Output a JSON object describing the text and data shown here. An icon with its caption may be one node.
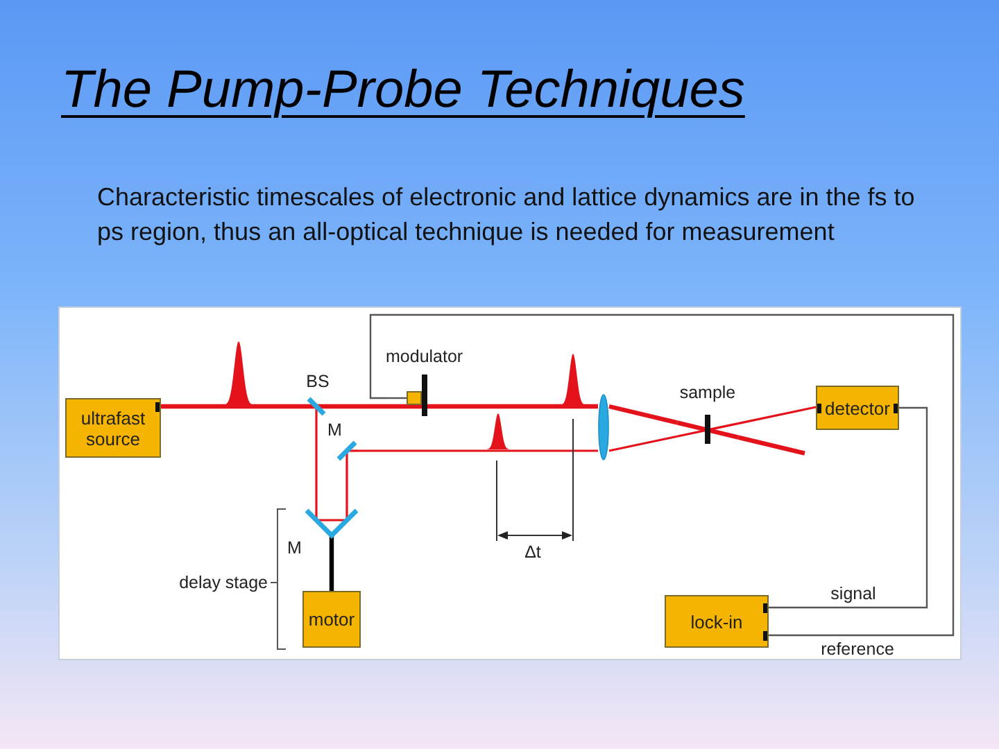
{
  "diagram": {
    "title": "The Pump-Probe Techniques",
    "nodes": [
      {
        "text": [
          "ultrafast source"
        ]
      },
      {
        "text": [
          "BS"
        ]
      },
      {
        "text": [
          "modulator"
        ]
      },
      {
        "text": [],
        "shape": "ellipse"
      },
      {
        "text": [
          "sample"
        ]
      },
      {
        "text": [
          "detector"
        ]
      },
      {
        "text": [
          "M"
        ]
      },
      {
        "text": [
          "M"
        ]
      },
      {
        "text": [
          "motor"
        ]
      },
      {
        "text": [
          "lock-in"
        ]
      }
    ],
    "edges": [
      {
        "from": 0,
        "to": 1,
        "arrow": "none",
        "style": "thick"
      },
      {
        "from": 1,
        "to": 2,
        "arrow": "none",
        "style": "thick"
      },
      {
        "from": 2,
        "to": 3,
        "arrow": "none",
        "style": "thick"
      },
      {
        "from": 3,
        "to": 4,
        "arrow": "none",
        "style": "thick"
      },
      {
        "from": 4,
        "to": null,
        "arrow": "none",
        "style": "thick"
      },
      {
        "from": 1,
        "to": 7,
        "arrow": "none"
      },
      {
        "from": 7,
        "to": 6,
        "arrow": "none"
      },
      {
        "from": 6,
        "to": 3,
        "arrow": "none"
      },
      {
        "from": 3,
        "to": 4,
        "arrow": "none"
      },
      {
        "from": 4,
        "to": 5,
        "arrow": "none"
      },
      {
        "from": 5,
        "to": 9,
        "arrow": "none",
        "label": "signal",
        "color": "#555555"
      },
      {
        "from": 9,
        "to": 2,
        "arrow": "none",
        "label": "reference",
        "color": "#555555"
      },
      {
        "from": 8,
        "to": 7,
        "arrow": "none",
        "style": "thick",
        "color": "#000000"
      }
    ],
    "labels": [
      "Characteristic timescales of electronic and lattice dynamics are in the fs to ps region, thus an all-optical technique is needed for measurement",
      "Δt",
      "delay stage"
    ]
  }
}
